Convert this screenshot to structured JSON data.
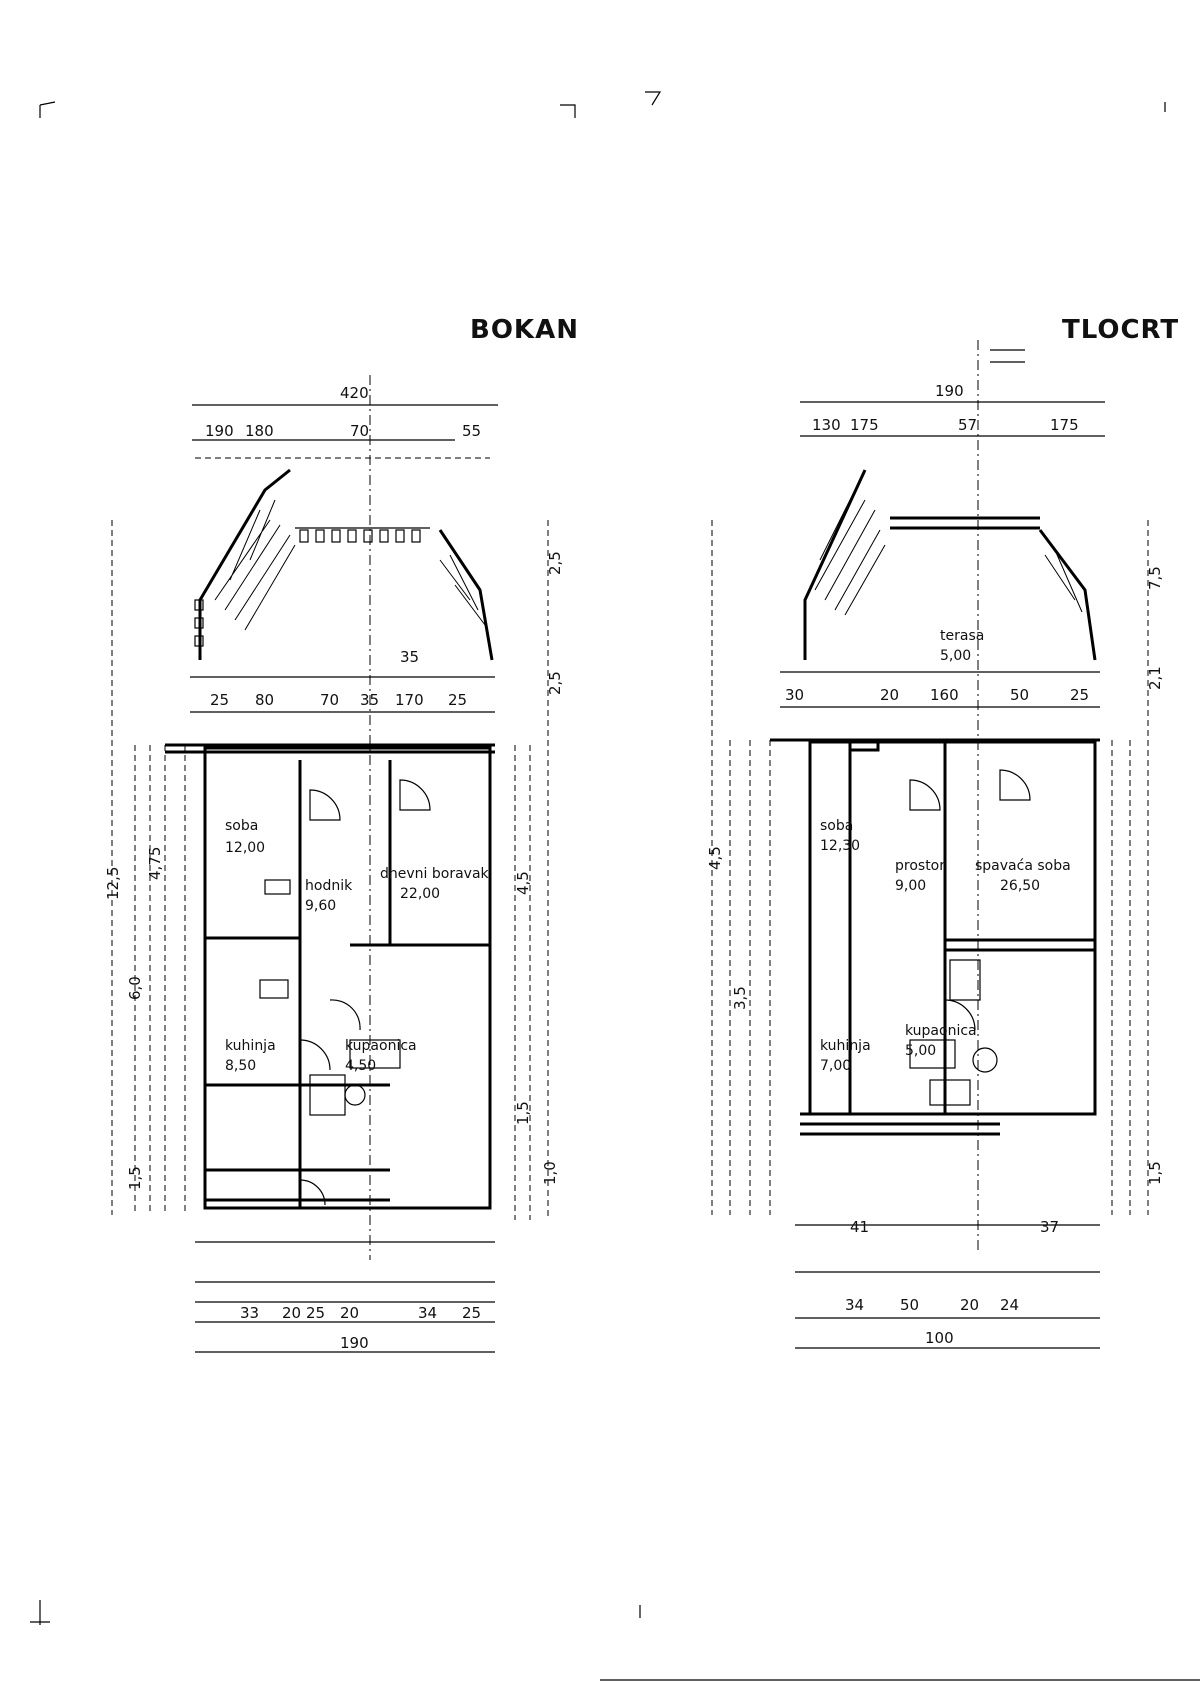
{
  "plans": {
    "left": {
      "title": "BOKAN",
      "dims_top": [
        "420",
        "190",
        "180",
        "70",
        "55",
        "35"
      ],
      "dims_row": [
        "25",
        "80",
        "70",
        "35",
        "170",
        "25"
      ],
      "dims_side": [
        "12,5",
        "1,5",
        "4,5",
        "2,5",
        "1,0",
        "6,0",
        "4,75"
      ],
      "dims_bottom": [
        "190",
        "33",
        "20",
        "25",
        "20",
        "34",
        "25"
      ],
      "rooms": [
        {
          "name": "soba",
          "area": "12,00"
        },
        {
          "name": "dnevni boravak",
          "area": "22,00"
        },
        {
          "name": "hodnik",
          "area": "9,60"
        },
        {
          "name": "kuhinja",
          "area": "8,50"
        },
        {
          "name": "kupaonica",
          "area": "4,50"
        }
      ]
    },
    "right": {
      "title": "TLOCRT",
      "dims_top": [
        "190",
        "130",
        "175",
        "57",
        "175"
      ],
      "dims_row": [
        "30",
        "20",
        "160",
        "50",
        "25"
      ],
      "dims_side": [
        "7,5",
        "2,1",
        "4,5",
        "3,5",
        "1,5"
      ],
      "dims_bottom": [
        "41",
        "37",
        "34",
        "50",
        "20",
        "24",
        "100"
      ],
      "rooms": [
        {
          "name": "terasa",
          "area": "5,00"
        },
        {
          "name": "soba",
          "area": "12,30"
        },
        {
          "name": "prostor",
          "area": "9,00"
        },
        {
          "name": "spavaća soba",
          "area": "26,50"
        },
        {
          "name": "kuhinja",
          "area": "7,00"
        },
        {
          "name": "kupaonica",
          "area": "5,00"
        }
      ]
    }
  }
}
